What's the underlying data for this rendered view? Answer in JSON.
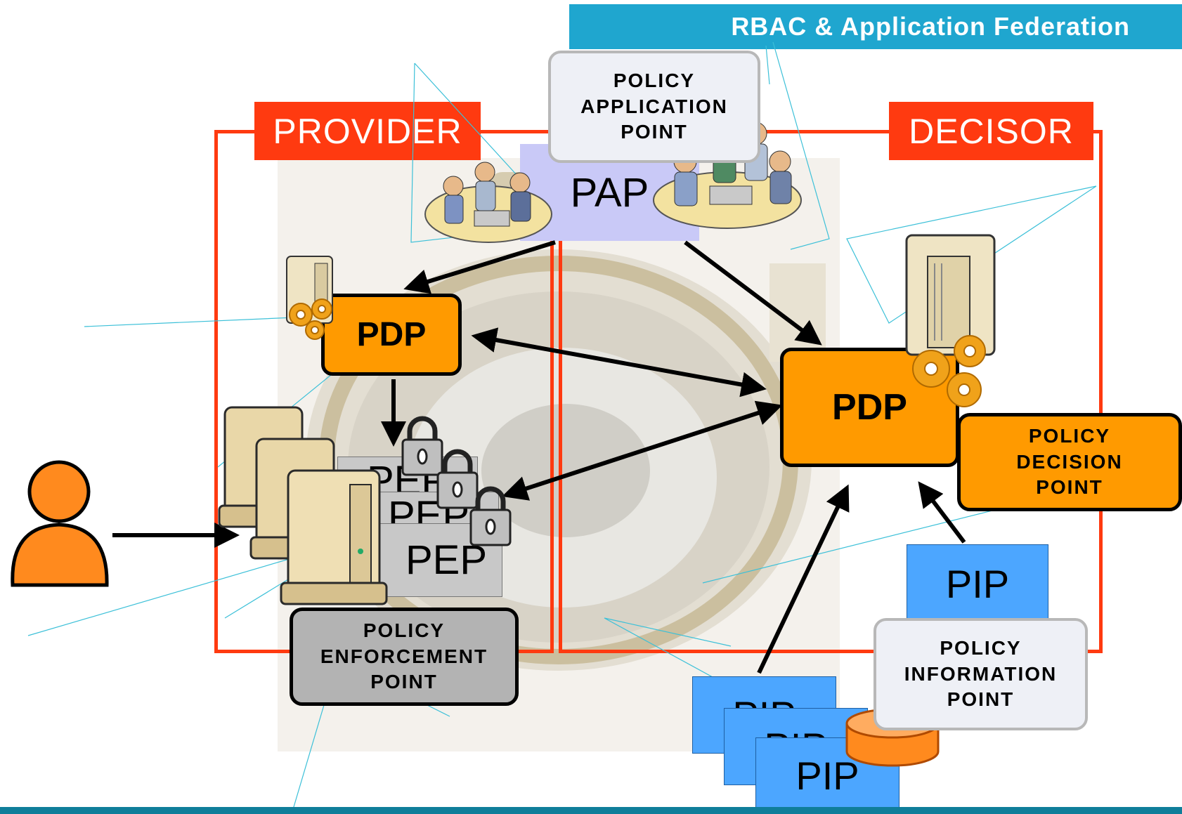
{
  "header": {
    "title": "RBAC & Application Federation"
  },
  "regions": {
    "provider": {
      "label": "PROVIDER"
    },
    "decisor": {
      "label": "DECISOR"
    }
  },
  "components": {
    "pap": {
      "label": "PAP"
    },
    "pdp_provider": {
      "label": "PDP"
    },
    "pdp_decisor": {
      "label": "PDP"
    },
    "pep_stack": [
      "PEP",
      "PEP",
      "PEP"
    ],
    "pip_main": {
      "label": "PIP"
    },
    "pip_stack": [
      "PIP",
      "PIP",
      "PIP"
    ]
  },
  "callouts": {
    "pap": [
      "POLICY",
      "APPLICATION",
      "POINT"
    ],
    "pdp": [
      "POLICY",
      "DECISION",
      "POINT"
    ],
    "pep": [
      "POLICY",
      "ENFORCEMENT",
      "POINT"
    ],
    "pip": [
      "POLICY",
      "INFORMATION",
      "POINT"
    ]
  },
  "colors": {
    "accent_header": "#1fa6cf",
    "region_border": "#ff3a10",
    "pdp_fill": "#ff9a00",
    "pip_fill": "#4ca6ff",
    "pap_fill": "#c9c9f7",
    "footer": "#0f7e9a"
  },
  "icons": [
    "user-icon",
    "server-icon",
    "gear-icon",
    "padlock-icon",
    "team-meeting-icon",
    "database-icon",
    "compass-image"
  ]
}
